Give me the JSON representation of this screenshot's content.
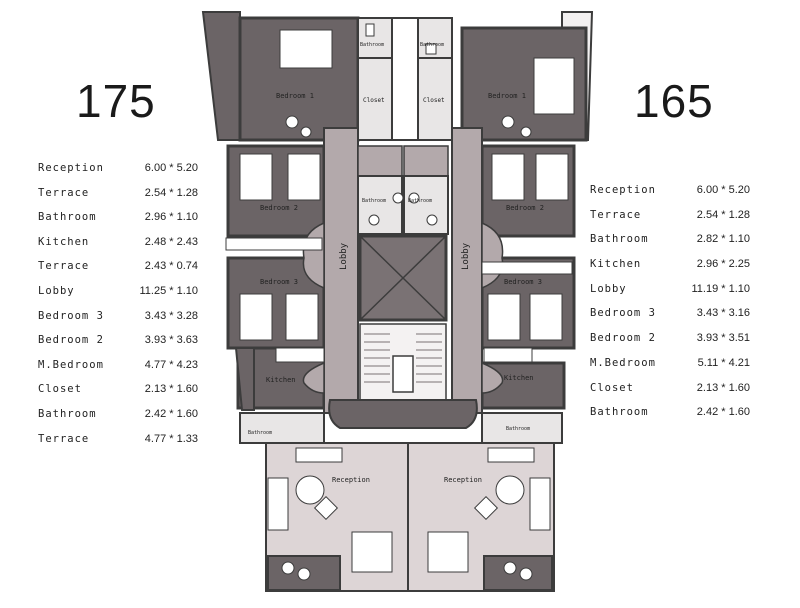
{
  "units": {
    "left": {
      "area": "175",
      "rooms": [
        {
          "name": "Reception",
          "dim": "6.00 * 5.20"
        },
        {
          "name": "Terrace",
          "dim": "2.54 * 1.28"
        },
        {
          "name": "Bathroom",
          "dim": "2.96 * 1.10"
        },
        {
          "name": "Kitchen",
          "dim": "2.48 * 2.43"
        },
        {
          "name": "Terrace",
          "dim": "2.43 * 0.74"
        },
        {
          "name": "Lobby",
          "dim": "11.25 * 1.10"
        },
        {
          "name": "Bedroom 3",
          "dim": "3.43 * 3.28"
        },
        {
          "name": "Bedroom 2",
          "dim": "3.93 * 3.63"
        },
        {
          "name": "M.Bedroom",
          "dim": "4.77 * 4.23"
        },
        {
          "name": "Closet",
          "dim": "2.13 * 1.60"
        },
        {
          "name": "Bathroom",
          "dim": "2.42 * 1.60"
        },
        {
          "name": "Terrace",
          "dim": "4.77 * 1.33"
        }
      ]
    },
    "right": {
      "area": "165",
      "rooms": [
        {
          "name": "Reception",
          "dim": "6.00 * 5.20"
        },
        {
          "name": "Terrace",
          "dim": "2.54 * 1.28"
        },
        {
          "name": "Bathroom",
          "dim": "2.82 * 1.10"
        },
        {
          "name": "Kitchen",
          "dim": "2.96 * 2.25"
        },
        {
          "name": "Lobby",
          "dim": "11.19 * 1.10"
        },
        {
          "name": "Bedroom 3",
          "dim": "3.43 * 3.16"
        },
        {
          "name": "Bedroom 2",
          "dim": "3.93 * 3.51"
        },
        {
          "name": "M.Bedroom",
          "dim": "5.11 * 4.21"
        },
        {
          "name": "Closet",
          "dim": "2.13 * 1.60"
        },
        {
          "name": "Bathroom",
          "dim": "2.42 * 1.60"
        }
      ]
    }
  },
  "plan_labels": {
    "bedroom1": "Bedroom 1",
    "bedroom2": "Bedroom 2",
    "bedroom3": "Bedroom 3",
    "closet": "Closet",
    "bathroom": "Bathroom",
    "lobby": "Lobby",
    "kitchen": "Kitchen",
    "reception": "Reception"
  },
  "colors": {
    "wall": "#3c3c3c",
    "dark_floor": "#6b6466",
    "lobby_floor": "#b3a9ab",
    "reception_floor": "#ddd5d6",
    "stair_floor": "#e8e6e6",
    "furniture": "#ffffff"
  }
}
